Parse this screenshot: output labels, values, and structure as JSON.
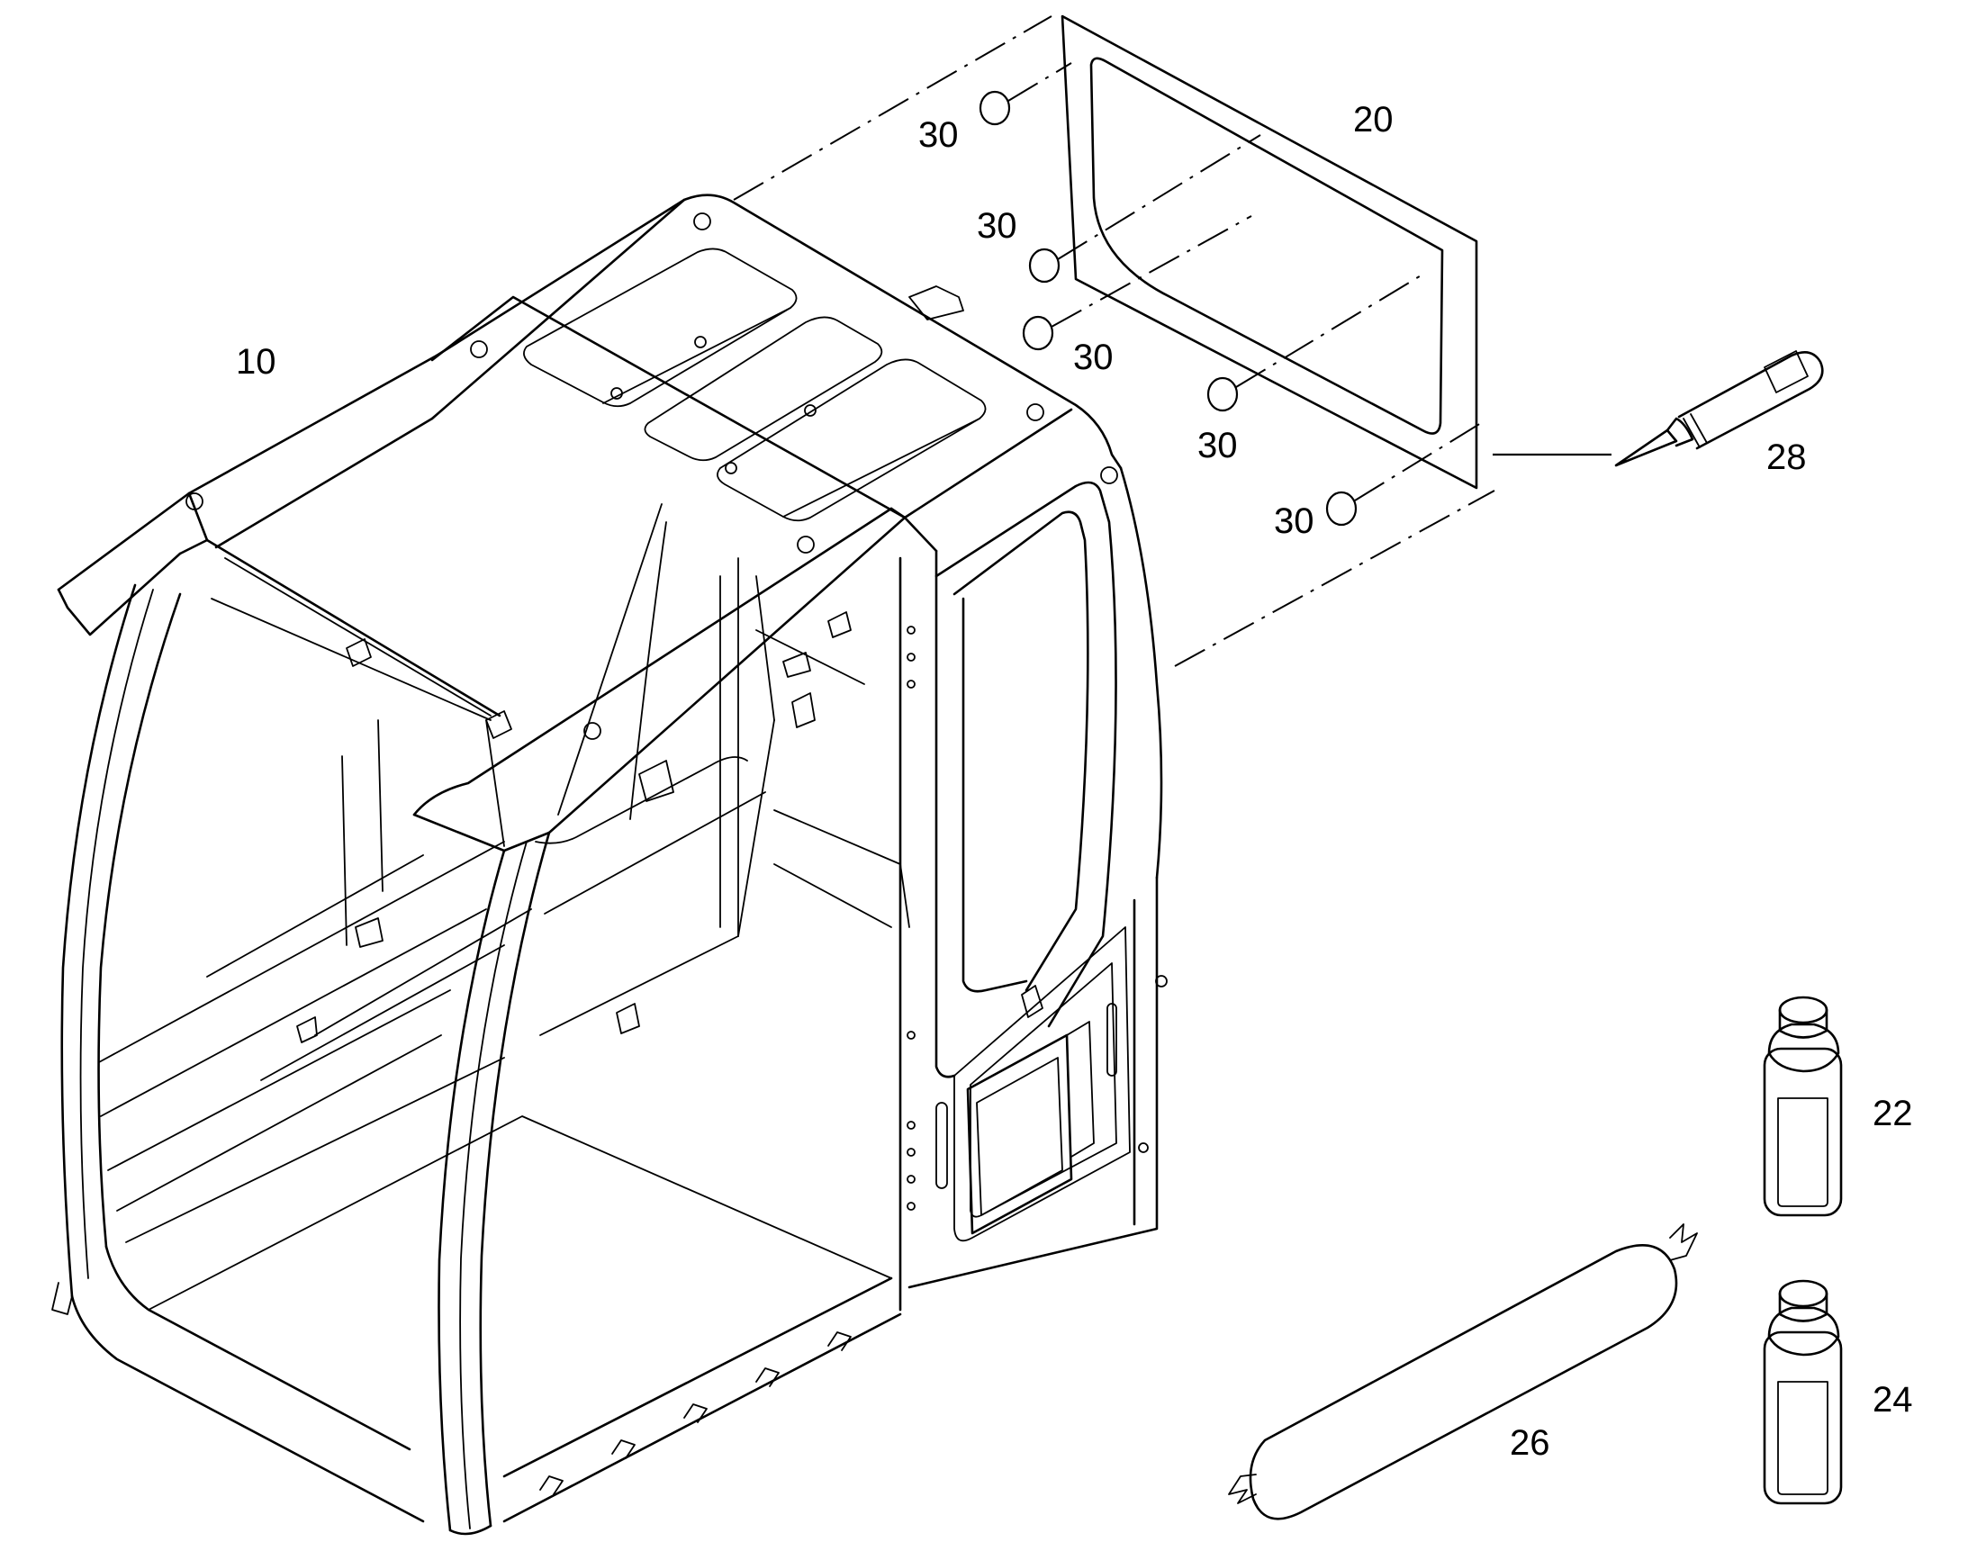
{
  "callouts": [
    {
      "id": "cab",
      "label": "10"
    },
    {
      "id": "glass",
      "label": "20"
    },
    {
      "id": "bottle-a",
      "label": "22"
    },
    {
      "id": "bottle-b",
      "label": "24"
    },
    {
      "id": "sealant-sausage",
      "label": "26"
    },
    {
      "id": "nozzle",
      "label": "28"
    },
    {
      "id": "spacer-1",
      "label": "30"
    },
    {
      "id": "spacer-2",
      "label": "30"
    },
    {
      "id": "spacer-3",
      "label": "30"
    },
    {
      "id": "spacer-4",
      "label": "30"
    },
    {
      "id": "spacer-5",
      "label": "30"
    }
  ]
}
